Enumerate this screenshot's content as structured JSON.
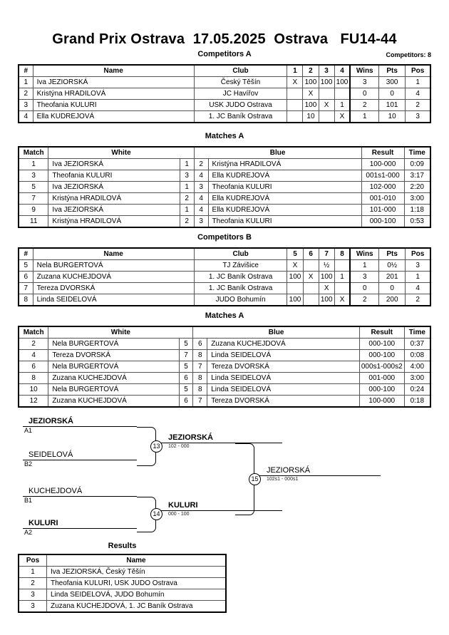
{
  "header": {
    "title": "Grand Prix Ostrava  17.05.2025  Ostrava   FU14-44",
    "competitors_label": "Competitors: 8"
  },
  "sections": {
    "competitors_a": "Competitors A",
    "matches_a": "Matches A",
    "competitors_b": "Competitors B",
    "matches_b": "Matches A",
    "results": "Results"
  },
  "pool_headers": {
    "num": "#",
    "name": "Name",
    "club": "Club",
    "wins": "Wins",
    "pts": "Pts",
    "pos": "Pos"
  },
  "pool_a": {
    "columns": [
      "1",
      "2",
      "3",
      "4"
    ],
    "rows": [
      {
        "num": "1",
        "name": "Iva JEZIORSKÁ",
        "club": "Český Těšín",
        "cells": [
          "X",
          "100",
          "100",
          "100"
        ],
        "wins": "3",
        "pts": "300",
        "pos": "1"
      },
      {
        "num": "2",
        "name": "Kristýna HRADILOVÁ",
        "club": "JC Havířov",
        "cells": [
          "",
          "X",
          "",
          ""
        ],
        "wins": "0",
        "pts": "0",
        "pos": "4"
      },
      {
        "num": "3",
        "name": "Theofania KULURI",
        "club": "USK JUDO Ostrava",
        "cells": [
          "",
          "100",
          "X",
          "1"
        ],
        "wins": "2",
        "pts": "101",
        "pos": "2"
      },
      {
        "num": "4",
        "name": "Ella KUDREJOVÁ",
        "club": "1. JC Baník Ostrava",
        "cells": [
          "",
          "10",
          "",
          "X"
        ],
        "wins": "1",
        "pts": "10",
        "pos": "3"
      }
    ]
  },
  "pool_b": {
    "columns": [
      "5",
      "6",
      "7",
      "8"
    ],
    "rows": [
      {
        "num": "5",
        "name": "Nela BURGERTOVÁ",
        "club": "TJ Závišice",
        "cells": [
          "X",
          "",
          "½",
          ""
        ],
        "wins": "1",
        "pts": "0½",
        "pos": "3"
      },
      {
        "num": "6",
        "name": "Zuzana KUCHEJDOVÁ",
        "club": "1. JC Baník Ostrava",
        "cells": [
          "100",
          "X",
          "100",
          "1"
        ],
        "wins": "3",
        "pts": "201",
        "pos": "1"
      },
      {
        "num": "7",
        "name": "Tereza DVORSKÁ",
        "club": "1. JC Baník Ostrava",
        "cells": [
          "",
          "",
          "X",
          ""
        ],
        "wins": "0",
        "pts": "0",
        "pos": "4"
      },
      {
        "num": "8",
        "name": "Linda SEIDELOVÁ",
        "club": "JUDO Bohumín",
        "cells": [
          "100",
          "",
          "100",
          "X"
        ],
        "wins": "2",
        "pts": "200",
        "pos": "2"
      }
    ]
  },
  "match_headers": {
    "match": "Match",
    "white": "White",
    "blue": "Blue",
    "result": "Result",
    "time": "Time"
  },
  "matches_a": [
    {
      "match": "1",
      "white": "Iva JEZIORSKÁ",
      "white_win": true,
      "wnum": "1",
      "bnum": "2",
      "blue": "Kristýna HRADILOVÁ",
      "blue_win": false,
      "result": "100-000",
      "time": "0:09"
    },
    {
      "match": "3",
      "white": "Theofania KULURI",
      "white_win": true,
      "wnum": "3",
      "bnum": "4",
      "blue": "Ella KUDREJOVÁ",
      "blue_win": false,
      "result": "001s1-000",
      "time": "3:17"
    },
    {
      "match": "5",
      "white": "Iva JEZIORSKÁ",
      "white_win": true,
      "wnum": "1",
      "bnum": "3",
      "blue": "Theofania KULURI",
      "blue_win": false,
      "result": "102-000",
      "time": "2:20"
    },
    {
      "match": "7",
      "white": "Kristýna HRADILOVÁ",
      "white_win": false,
      "wnum": "2",
      "bnum": "4",
      "blue": "Ella KUDREJOVÁ",
      "blue_win": true,
      "result": "001-010",
      "time": "3:00"
    },
    {
      "match": "9",
      "white": "Iva JEZIORSKÁ",
      "white_win": true,
      "wnum": "1",
      "bnum": "4",
      "blue": "Ella KUDREJOVÁ",
      "blue_win": false,
      "result": "101-000",
      "time": "1:18"
    },
    {
      "match": "11",
      "white": "Kristýna HRADILOVÁ",
      "white_win": false,
      "wnum": "2",
      "bnum": "3",
      "blue": "Theofania KULURI",
      "blue_win": true,
      "result": "000-100",
      "time": "0:53"
    }
  ],
  "matches_b": [
    {
      "match": "2",
      "white": "Nela BURGERTOVÁ",
      "white_win": false,
      "wnum": "5",
      "bnum": "6",
      "blue": "Zuzana KUCHEJDOVÁ",
      "blue_win": true,
      "result": "000-100",
      "time": "0:37"
    },
    {
      "match": "4",
      "white": "Tereza DVORSKÁ",
      "white_win": false,
      "wnum": "7",
      "bnum": "8",
      "blue": "Linda SEIDELOVÁ",
      "blue_win": true,
      "result": "000-100",
      "time": "0:08"
    },
    {
      "match": "6",
      "white": "Nela BURGERTOVÁ",
      "white_win": true,
      "wnum": "5",
      "bnum": "7",
      "blue": "Tereza DVORSKÁ",
      "blue_win": false,
      "result": "000s1-000s2",
      "time": "4:00"
    },
    {
      "match": "8",
      "white": "Zuzana KUCHEJDOVÁ",
      "white_win": true,
      "wnum": "6",
      "bnum": "8",
      "blue": "Linda SEIDELOVÁ",
      "blue_win": false,
      "result": "001-000",
      "time": "3:00"
    },
    {
      "match": "10",
      "white": "Nela BURGERTOVÁ",
      "white_win": false,
      "wnum": "5",
      "bnum": "8",
      "blue": "Linda SEIDELOVÁ",
      "blue_win": true,
      "result": "000-100",
      "time": "0:24"
    },
    {
      "match": "12",
      "white": "Zuzana KUCHEJDOVÁ",
      "white_win": true,
      "wnum": "6",
      "bnum": "7",
      "blue": "Tereza DVORSKÁ",
      "blue_win": false,
      "result": "100-000",
      "time": "0:18"
    }
  ],
  "bracket": {
    "slots": [
      {
        "name": "JEZIORSKÁ",
        "seed": "A1",
        "winner": true
      },
      {
        "name": "SEIDELOVÁ",
        "seed": "B2",
        "winner": false
      },
      {
        "name": "KUCHEJDOVÁ",
        "seed": "B1",
        "winner": false
      },
      {
        "name": "KULURI",
        "seed": "A2",
        "winner": true
      }
    ],
    "semifinals": [
      {
        "number": "13",
        "name": "JEZIORSKÁ",
        "score": "102 - 000"
      },
      {
        "number": "14",
        "name": "KULURI",
        "score": "000 - 100"
      }
    ],
    "final": {
      "number": "15",
      "name": "JEZIORSKÁ",
      "score": "102s1 - 000s1"
    }
  },
  "results": {
    "headers": {
      "pos": "Pos",
      "name": "Name"
    },
    "rows": [
      {
        "pos": "1",
        "name": "Iva JEZIORSKÁ, Český Těšín"
      },
      {
        "pos": "2",
        "name": "Theofania KULURI, USK JUDO Ostrava"
      },
      {
        "pos": "3",
        "name": "Linda SEIDELOVÁ, JUDO Bohumín"
      },
      {
        "pos": "3",
        "name": "Zuzana KUCHEJDOVÁ, 1. JC Baník Ostrava"
      }
    ]
  }
}
